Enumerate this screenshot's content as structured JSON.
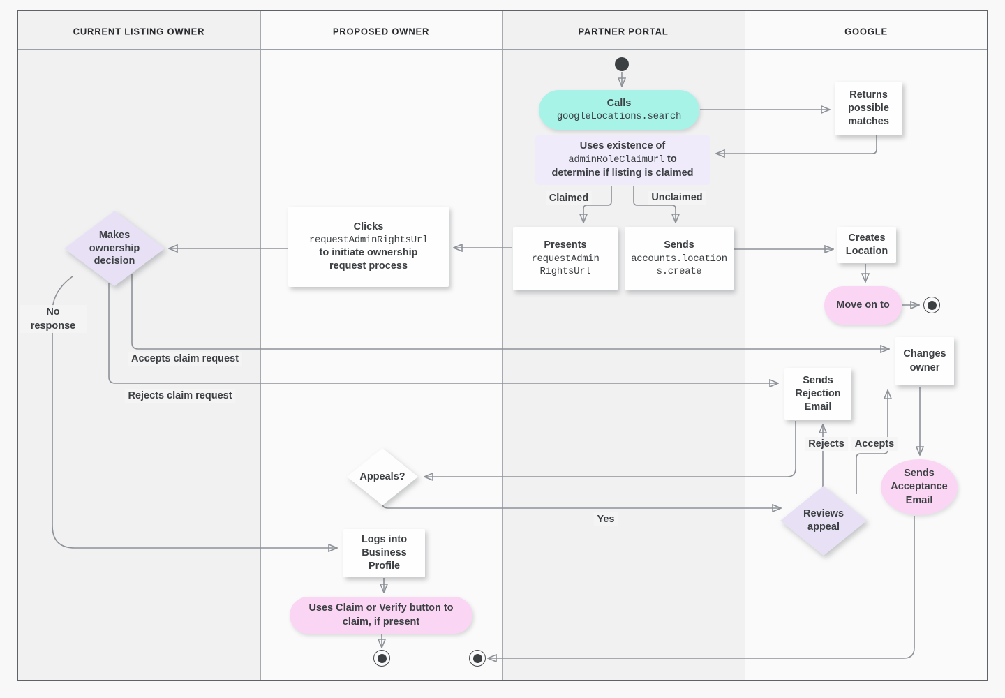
{
  "lanes": [
    {
      "label": "CURRENT LISTING OWNER"
    },
    {
      "label": "PROPOSED OWNER"
    },
    {
      "label": "PARTNER PORTAL"
    },
    {
      "label": "GOOGLE"
    }
  ],
  "nodes": {
    "calls_search": {
      "label": "Calls",
      "code": "googleLocations.search"
    },
    "returns_possible_matches": {
      "label": "Returns possible matches"
    },
    "uses_existence": {
      "line1": "Uses existence of",
      "code": "adminRoleClaimUrl",
      "line2_suffix": "to",
      "line3": "determine if listing is claimed"
    },
    "presents_request_admin": {
      "label": "Presents",
      "code": "requestAdminRightsUrl"
    },
    "sends_create": {
      "label": "Sends",
      "code": "accounts.locations.create"
    },
    "creates_location": {
      "label": "Creates Location"
    },
    "move_on_to": {
      "label": "Move on to"
    },
    "clicks_request_admin": {
      "line1": "Clicks",
      "code": "requestAdminRightsUrl",
      "line2": "to initiate ownership request process"
    },
    "makes_ownership_decision": {
      "label": "Makes ownership decision"
    },
    "sends_rejection_email": {
      "label": "Sends Rejection Email"
    },
    "changes_owner": {
      "label": "Changes owner"
    },
    "sends_acceptance_email": {
      "label": "Sends Acceptance Email"
    },
    "reviews_appeal": {
      "label": "Reviews appeal"
    },
    "appeals": {
      "label": "Appeals?"
    },
    "logs_into_business_profile": {
      "label": "Logs into Business Profile"
    },
    "uses_claim_or_verify": {
      "label": "Uses Claim or Verify button to claim, if present"
    }
  },
  "edge_labels": {
    "claimed": "Claimed",
    "unclaimed": "Unclaimed",
    "no_response": "No response",
    "accepts_claim": "Accepts claim request",
    "rejects_claim": "Rejects claim request",
    "rejects": "Rejects",
    "accepts": "Accepts",
    "yes": "Yes"
  },
  "colors": {
    "teal_action": "#A7F3E8",
    "lavender_note": "#EFEBFA",
    "lavender_decision": "#E8E1F5",
    "pink_terminal": "#FAD6F4",
    "white_node": "#FEFEFE",
    "connector": "#8D9298",
    "text": "#3C4043"
  }
}
